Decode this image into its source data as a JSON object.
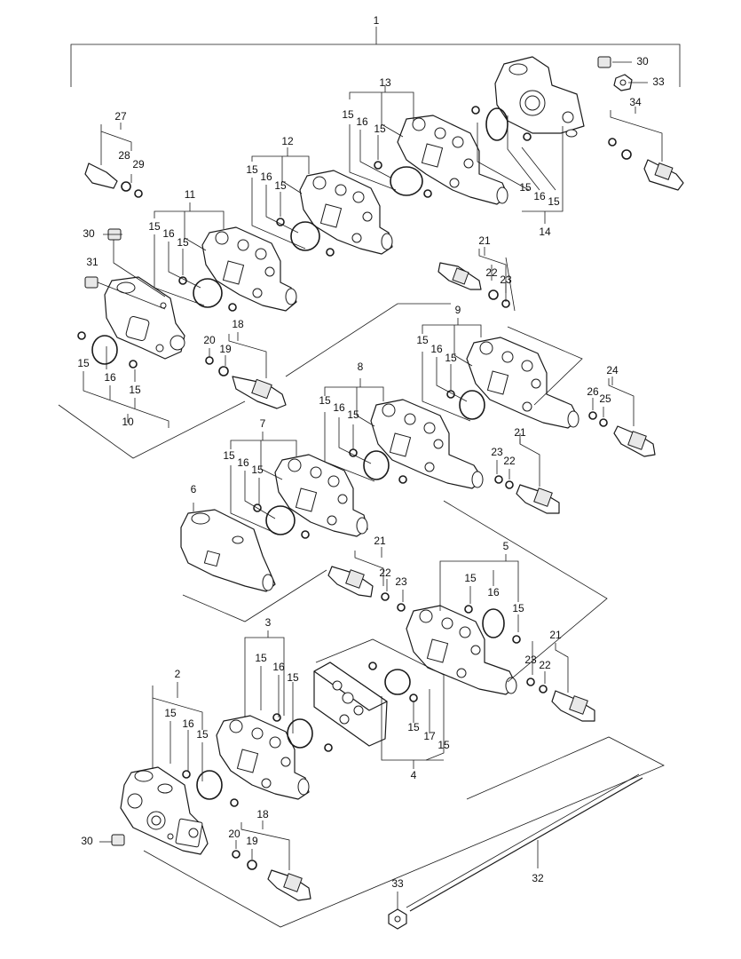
{
  "callouts": [
    {
      "id": "c1",
      "text": "1"
    },
    {
      "id": "c30a",
      "text": "30"
    },
    {
      "id": "c33a",
      "text": "33"
    },
    {
      "id": "c13",
      "text": "13"
    },
    {
      "id": "c34",
      "text": "34"
    },
    {
      "id": "c27",
      "text": "27"
    },
    {
      "id": "c28",
      "text": "28"
    },
    {
      "id": "c29",
      "text": "29"
    },
    {
      "id": "c12",
      "text": "12"
    },
    {
      "id": "c11",
      "text": "11"
    },
    {
      "id": "c14",
      "text": "14"
    },
    {
      "id": "c30b",
      "text": "30"
    },
    {
      "id": "c31",
      "text": "31"
    },
    {
      "id": "c21a",
      "text": "21"
    },
    {
      "id": "c22a",
      "text": "22"
    },
    {
      "id": "c23a",
      "text": "23"
    },
    {
      "id": "c9",
      "text": "9"
    },
    {
      "id": "c18a",
      "text": "18"
    },
    {
      "id": "c20a",
      "text": "20"
    },
    {
      "id": "c19a",
      "text": "19"
    },
    {
      "id": "c10",
      "text": "10"
    },
    {
      "id": "c8",
      "text": "8"
    },
    {
      "id": "c24",
      "text": "24"
    },
    {
      "id": "c26",
      "text": "26"
    },
    {
      "id": "c25",
      "text": "25"
    },
    {
      "id": "c7",
      "text": "7"
    },
    {
      "id": "c21b",
      "text": "21"
    },
    {
      "id": "c23b",
      "text": "23"
    },
    {
      "id": "c22b",
      "text": "22"
    },
    {
      "id": "c6",
      "text": "6"
    },
    {
      "id": "c21c",
      "text": "21"
    },
    {
      "id": "c22c",
      "text": "22"
    },
    {
      "id": "c23c",
      "text": "23"
    },
    {
      "id": "c5",
      "text": "5"
    },
    {
      "id": "c3",
      "text": "3"
    },
    {
      "id": "c21d",
      "text": "21"
    },
    {
      "id": "c23d",
      "text": "23"
    },
    {
      "id": "c22d",
      "text": "22"
    },
    {
      "id": "c2",
      "text": "2"
    },
    {
      "id": "c17",
      "text": "17"
    },
    {
      "id": "c4",
      "text": "4"
    },
    {
      "id": "c30c",
      "text": "30"
    },
    {
      "id": "c18b",
      "text": "18"
    },
    {
      "id": "c20b",
      "text": "20"
    },
    {
      "id": "c19b",
      "text": "19"
    },
    {
      "id": "c32",
      "text": "32"
    },
    {
      "id": "c33b",
      "text": "33"
    },
    {
      "id": "c15",
      "text": "15"
    },
    {
      "id": "c16",
      "text": "16"
    }
  ]
}
